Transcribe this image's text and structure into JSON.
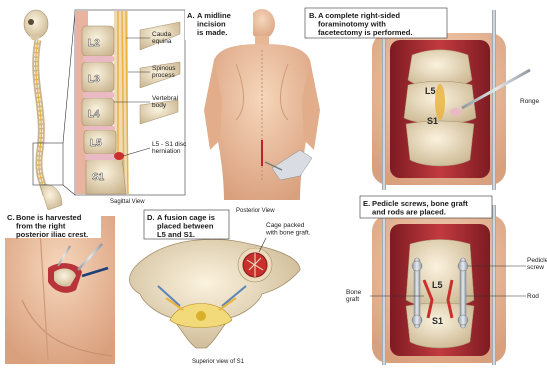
{
  "colors": {
    "bone": "#efe3c8",
    "bone_shade": "#c9b48e",
    "skin": "#f1c9a8",
    "skin_shade": "#d9a07e",
    "muscle": "#b8333a",
    "disc": "#e9b9c4",
    "nerve": "#f2cf3a",
    "metal": "#b9c2cc",
    "graft": "#c9302c"
  },
  "sagittal": {
    "levels": [
      "L2",
      "L3",
      "L4",
      "L5",
      "S1"
    ],
    "labels": {
      "cauda": "Cauda equina",
      "spinous": "Spinous process",
      "vertebral": "Vertebral body",
      "herniation": "L5 - S1 disc herniation"
    },
    "caption": "Sagittal View"
  },
  "panel_a": {
    "letter": "A.",
    "text": "A midline incision is made.",
    "caption": "Posterior View"
  },
  "panel_b": {
    "letter": "B.",
    "text": "A complete right-sided foraminotomy with facetectomy is performed.",
    "l5": "L5",
    "s1": "S1",
    "tool": "Ronge"
  },
  "panel_c": {
    "letter": "C.",
    "text": "Bone is harvested from the right posterior iliac crest."
  },
  "panel_d": {
    "letter": "D.",
    "text": "A fusion cage is placed between L5 and S1.",
    "cage_label": "Cage packed with bone graft.",
    "caption": "Superior view of S1"
  },
  "panel_e": {
    "letter": "E.",
    "text": "Pedicle screws, bone graft and rods are placed.",
    "l5": "L5",
    "s1": "S1",
    "bone_graft": "Bone graft",
    "pedicle": "Pedicle screw",
    "rod": "Rod"
  }
}
